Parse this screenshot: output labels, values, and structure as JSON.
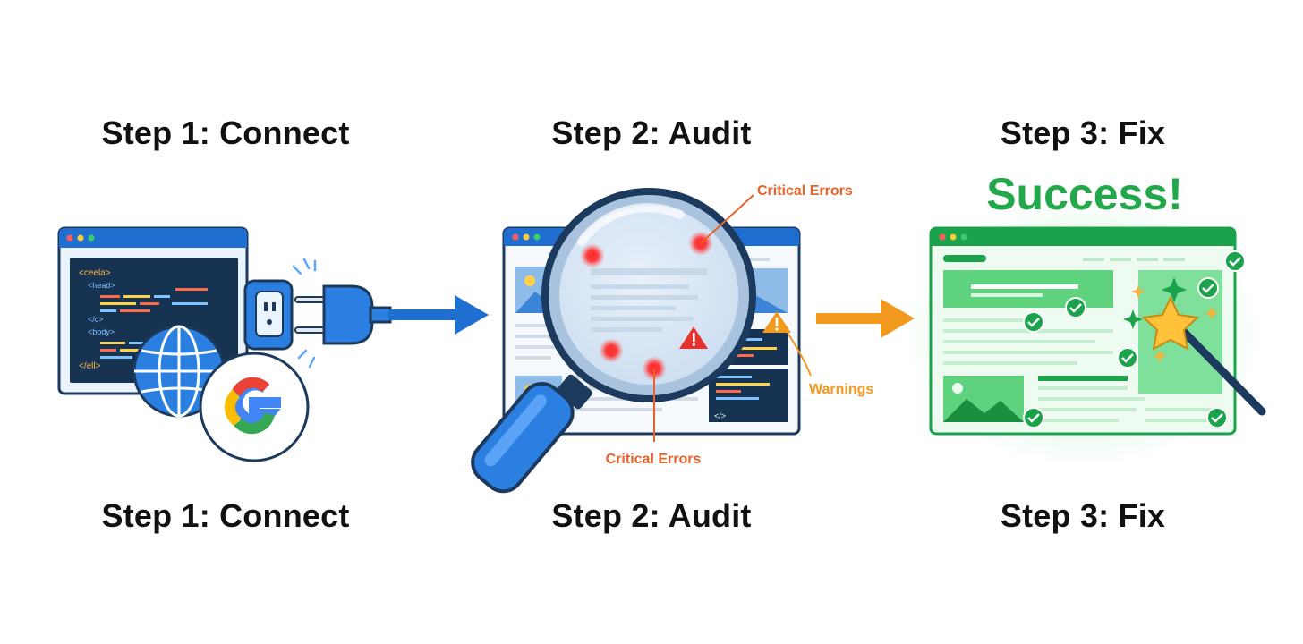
{
  "steps": [
    {
      "title_top": "Step 1: Connect",
      "title_bottom": "Step 1: Connect"
    },
    {
      "title_top": "Step 2: Audit",
      "title_bottom": "Step 2: Audit"
    },
    {
      "title_top": "Step 3: Fix",
      "title_bottom": "Step 3: Fix"
    }
  ],
  "connect": {
    "code_lines": [
      "<ceela>",
      "<head>",
      "</c>",
      "<body>",
      "</ell>"
    ],
    "google_letter": "G"
  },
  "audit": {
    "critical_errors_label_top": "Critical Errors",
    "critical_errors_label_bottom": "Critical Errors",
    "warnings_label": "Warnings",
    "code_snippet_top": "</>",
    "code_snippet_bottom": "</>"
  },
  "fix": {
    "success_label": "Success!"
  },
  "colors": {
    "blue": "#1f6fd1",
    "navy": "#1c3a5e",
    "red": "#e5322d",
    "orange": "#f29a1f",
    "orange_text": "#e8632a",
    "green": "#1aa34a",
    "success_green": "#22a84a"
  }
}
